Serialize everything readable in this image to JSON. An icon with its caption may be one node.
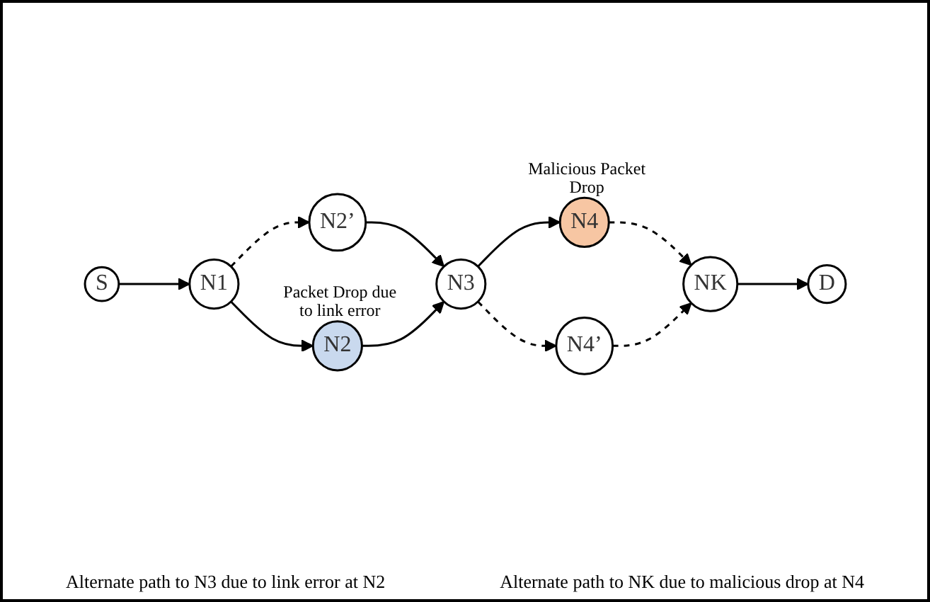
{
  "diagram": {
    "nodes": [
      {
        "text": [
          "S"
        ]
      },
      {
        "text": [
          "N1"
        ]
      },
      {
        "text": [
          "N2"
        ],
        "beside": [
          "Packet Drop due to link error"
        ]
      },
      {
        "text": [
          "N2’"
        ]
      },
      {
        "text": [
          "N3"
        ]
      },
      {
        "text": [
          "N4"
        ],
        "beside": [
          "Malicious Packet Drop"
        ]
      },
      {
        "text": [
          "N4’"
        ]
      },
      {
        "text": [
          "NK"
        ]
      },
      {
        "text": [
          "D"
        ]
      }
    ],
    "edges": [
      {
        "from": 0,
        "to": 1,
        "arrow": "to"
      },
      {
        "from": 1,
        "to": 2,
        "arrow": "to"
      },
      {
        "from": 1,
        "to": 3,
        "arrow": "to",
        "style": "dashed"
      },
      {
        "from": 3,
        "to": 4,
        "arrow": "to"
      },
      {
        "from": 2,
        "to": 4,
        "arrow": "to"
      },
      {
        "from": 4,
        "to": 5,
        "arrow": "to"
      },
      {
        "from": 4,
        "to": 6,
        "arrow": "to",
        "style": "dashed"
      },
      {
        "from": 5,
        "to": 7,
        "arrow": "to",
        "style": "dashed"
      },
      {
        "from": 6,
        "to": 7,
        "arrow": "to",
        "style": "dashed"
      },
      {
        "from": 7,
        "to": 8,
        "arrow": "to"
      }
    ],
    "labels": [
      "Alternate path to N3 due to link error at N2",
      "Alternate path to NK due to malicious drop at N4"
    ]
  }
}
